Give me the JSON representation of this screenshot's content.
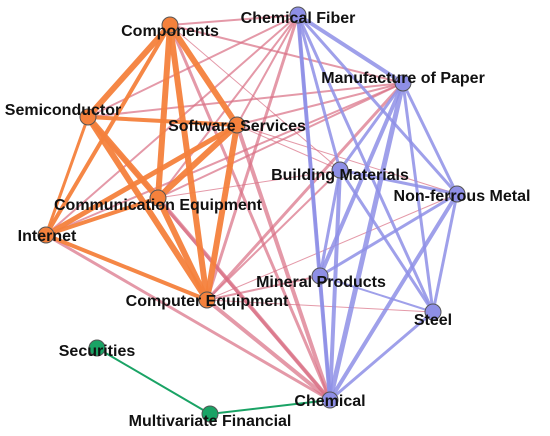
{
  "network": {
    "colors": {
      "orange": "#f4813c",
      "purple": "#8e8fe6",
      "pink": "#d96d83",
      "green": "#1aa365",
      "node_stroke": "#555555",
      "label": "#111111"
    },
    "nodes": [
      {
        "id": "components",
        "label": "Components",
        "group": "orange"
      },
      {
        "id": "chemical-fiber",
        "label": "Chemical Fiber",
        "group": "purple"
      },
      {
        "id": "manufacture-of-paper",
        "label": "Manufacture of Paper",
        "group": "purple"
      },
      {
        "id": "semiconductor",
        "label": "Semiconductor",
        "group": "orange"
      },
      {
        "id": "software-services",
        "label": "Software Services",
        "group": "orange"
      },
      {
        "id": "building-materials",
        "label": "Building Materials",
        "group": "purple"
      },
      {
        "id": "non-ferrous-metal",
        "label": "Non-ferrous Metal",
        "group": "purple"
      },
      {
        "id": "communication-equipment",
        "label": "Communication Equipment",
        "group": "orange"
      },
      {
        "id": "internet",
        "label": "Internet",
        "group": "orange"
      },
      {
        "id": "mineral-products",
        "label": "Mineral Products",
        "group": "purple"
      },
      {
        "id": "computer-equipment",
        "label": "Computer Equipment",
        "group": "orange"
      },
      {
        "id": "steel",
        "label": "Steel",
        "group": "purple"
      },
      {
        "id": "securities",
        "label": "Securities",
        "group": "green"
      },
      {
        "id": "chemical",
        "label": "Chemical",
        "group": "purple"
      },
      {
        "id": "multivariate-financial",
        "label": "Multivariate Financial",
        "group": "green"
      }
    ],
    "edges": [
      {
        "s": "components",
        "t": "semiconductor",
        "w": 6,
        "c": "orange"
      },
      {
        "s": "components",
        "t": "software-services",
        "w": 6,
        "c": "orange"
      },
      {
        "s": "components",
        "t": "communication-equipment",
        "w": 6,
        "c": "orange"
      },
      {
        "s": "components",
        "t": "internet",
        "w": 4,
        "c": "orange"
      },
      {
        "s": "components",
        "t": "computer-equipment",
        "w": 6,
        "c": "orange"
      },
      {
        "s": "semiconductor",
        "t": "software-services",
        "w": 4,
        "c": "orange"
      },
      {
        "s": "semiconductor",
        "t": "communication-equipment",
        "w": 6,
        "c": "orange"
      },
      {
        "s": "semiconductor",
        "t": "internet",
        "w": 3,
        "c": "orange"
      },
      {
        "s": "semiconductor",
        "t": "computer-equipment",
        "w": 6,
        "c": "orange"
      },
      {
        "s": "software-services",
        "t": "communication-equipment",
        "w": 6,
        "c": "orange"
      },
      {
        "s": "software-services",
        "t": "internet",
        "w": 5,
        "c": "orange"
      },
      {
        "s": "software-services",
        "t": "computer-equipment",
        "w": 6,
        "c": "orange"
      },
      {
        "s": "communication-equipment",
        "t": "internet",
        "w": 4,
        "c": "orange"
      },
      {
        "s": "communication-equipment",
        "t": "computer-equipment",
        "w": 6,
        "c": "orange"
      },
      {
        "s": "internet",
        "t": "computer-equipment",
        "w": 4,
        "c": "orange"
      },
      {
        "s": "chemical-fiber",
        "t": "manufacture-of-paper",
        "w": 4,
        "c": "purple"
      },
      {
        "s": "chemical-fiber",
        "t": "building-materials",
        "w": 3,
        "c": "purple"
      },
      {
        "s": "chemical-fiber",
        "t": "non-ferrous-metal",
        "w": 3,
        "c": "purple"
      },
      {
        "s": "chemical-fiber",
        "t": "mineral-products",
        "w": 3,
        "c": "purple"
      },
      {
        "s": "chemical-fiber",
        "t": "steel",
        "w": 3,
        "c": "purple"
      },
      {
        "s": "chemical-fiber",
        "t": "chemical",
        "w": 4,
        "c": "purple"
      },
      {
        "s": "manufacture-of-paper",
        "t": "building-materials",
        "w": 3,
        "c": "purple"
      },
      {
        "s": "manufacture-of-paper",
        "t": "non-ferrous-metal",
        "w": 3,
        "c": "purple"
      },
      {
        "s": "manufacture-of-paper",
        "t": "mineral-products",
        "w": 4,
        "c": "purple"
      },
      {
        "s": "manufacture-of-paper",
        "t": "steel",
        "w": 3,
        "c": "purple"
      },
      {
        "s": "manufacture-of-paper",
        "t": "chemical",
        "w": 5,
        "c": "purple"
      },
      {
        "s": "building-materials",
        "t": "non-ferrous-metal",
        "w": 3,
        "c": "purple"
      },
      {
        "s": "building-materials",
        "t": "mineral-products",
        "w": 3,
        "c": "purple"
      },
      {
        "s": "building-materials",
        "t": "steel",
        "w": 3,
        "c": "purple"
      },
      {
        "s": "building-materials",
        "t": "chemical",
        "w": 4,
        "c": "purple"
      },
      {
        "s": "non-ferrous-metal",
        "t": "mineral-products",
        "w": 3,
        "c": "purple"
      },
      {
        "s": "non-ferrous-metal",
        "t": "steel",
        "w": 3,
        "c": "purple"
      },
      {
        "s": "non-ferrous-metal",
        "t": "chemical",
        "w": 4,
        "c": "purple"
      },
      {
        "s": "mineral-products",
        "t": "steel",
        "w": 2,
        "c": "purple"
      },
      {
        "s": "mineral-products",
        "t": "chemical",
        "w": 3,
        "c": "purple"
      },
      {
        "s": "steel",
        "t": "chemical",
        "w": 3,
        "c": "purple"
      },
      {
        "s": "components",
        "t": "chemical-fiber",
        "w": 2,
        "c": "pink"
      },
      {
        "s": "components",
        "t": "manufacture-of-paper",
        "w": 2,
        "c": "pink"
      },
      {
        "s": "components",
        "t": "building-materials",
        "w": 1,
        "c": "pink"
      },
      {
        "s": "components",
        "t": "chemical",
        "w": 3,
        "c": "pink"
      },
      {
        "s": "semiconductor",
        "t": "chemical-fiber",
        "w": 2,
        "c": "pink"
      },
      {
        "s": "semiconductor",
        "t": "manufacture-of-paper",
        "w": 2,
        "c": "pink"
      },
      {
        "s": "semiconductor",
        "t": "chemical",
        "w": 3,
        "c": "pink"
      },
      {
        "s": "software-services",
        "t": "chemical-fiber",
        "w": 2,
        "c": "pink"
      },
      {
        "s": "software-services",
        "t": "manufacture-of-paper",
        "w": 2,
        "c": "pink"
      },
      {
        "s": "software-services",
        "t": "building-materials",
        "w": 1,
        "c": "pink"
      },
      {
        "s": "software-services",
        "t": "non-ferrous-metal",
        "w": 1,
        "c": "pink"
      },
      {
        "s": "software-services",
        "t": "chemical",
        "w": 4,
        "c": "pink"
      },
      {
        "s": "communication-equipment",
        "t": "chemical-fiber",
        "w": 2,
        "c": "pink"
      },
      {
        "s": "communication-equipment",
        "t": "manufacture-of-paper",
        "w": 2,
        "c": "pink"
      },
      {
        "s": "communication-equipment",
        "t": "building-materials",
        "w": 1,
        "c": "pink"
      },
      {
        "s": "communication-equipment",
        "t": "chemical",
        "w": 4,
        "c": "pink"
      },
      {
        "s": "internet",
        "t": "chemical-fiber",
        "w": 2,
        "c": "pink"
      },
      {
        "s": "internet",
        "t": "manufacture-of-paper",
        "w": 2,
        "c": "pink"
      },
      {
        "s": "internet",
        "t": "chemical",
        "w": 3,
        "c": "pink"
      },
      {
        "s": "computer-equipment",
        "t": "chemical-fiber",
        "w": 3,
        "c": "pink"
      },
      {
        "s": "computer-equipment",
        "t": "manufacture-of-paper",
        "w": 3,
        "c": "pink"
      },
      {
        "s": "computer-equipment",
        "t": "building-materials",
        "w": 2,
        "c": "pink"
      },
      {
        "s": "computer-equipment",
        "t": "non-ferrous-metal",
        "w": 1,
        "c": "pink"
      },
      {
        "s": "computer-equipment",
        "t": "mineral-products",
        "w": 2,
        "c": "pink"
      },
      {
        "s": "computer-equipment",
        "t": "steel",
        "w": 1,
        "c": "pink"
      },
      {
        "s": "computer-equipment",
        "t": "chemical",
        "w": 4,
        "c": "pink"
      },
      {
        "s": "securities",
        "t": "multivariate-financial",
        "w": 2,
        "c": "green"
      },
      {
        "s": "multivariate-financial",
        "t": "chemical",
        "w": 2,
        "c": "green"
      }
    ]
  }
}
